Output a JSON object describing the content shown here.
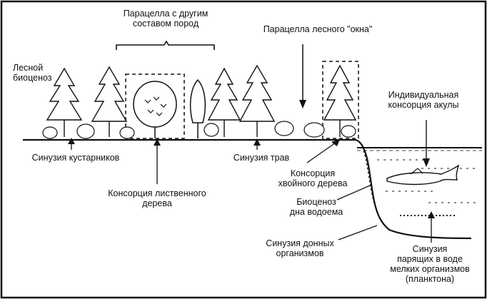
{
  "labels": {
    "paracell_other": [
      "Парацелла с другим",
      "составом пород"
    ],
    "paracell_window": "Парацелла лесного \"окна\"",
    "forest_biocenosis": [
      "Лесной",
      "биоценоз"
    ],
    "shark_consortium": [
      "Индивидуальная",
      "консорция акулы"
    ],
    "synusia_shrubs": "Синузия кустарников",
    "synusia_grass": "Синузия трав",
    "conifer_consortium": [
      "Консорция",
      "хвойного дерева"
    ],
    "deciduous_consortium": [
      "Консорция лиственного",
      "дерева"
    ],
    "bottom_biocenosis": [
      "Биоценоз",
      "дна водоема"
    ],
    "bottom_synusia": [
      "Синузия донных",
      "организмов"
    ],
    "plankton_synusia": [
      "Синузия",
      "парящих в воде",
      "мелких организмов",
      "(планктона)"
    ]
  },
  "colors": {
    "ink": "#111111",
    "background": "#ffffff"
  }
}
